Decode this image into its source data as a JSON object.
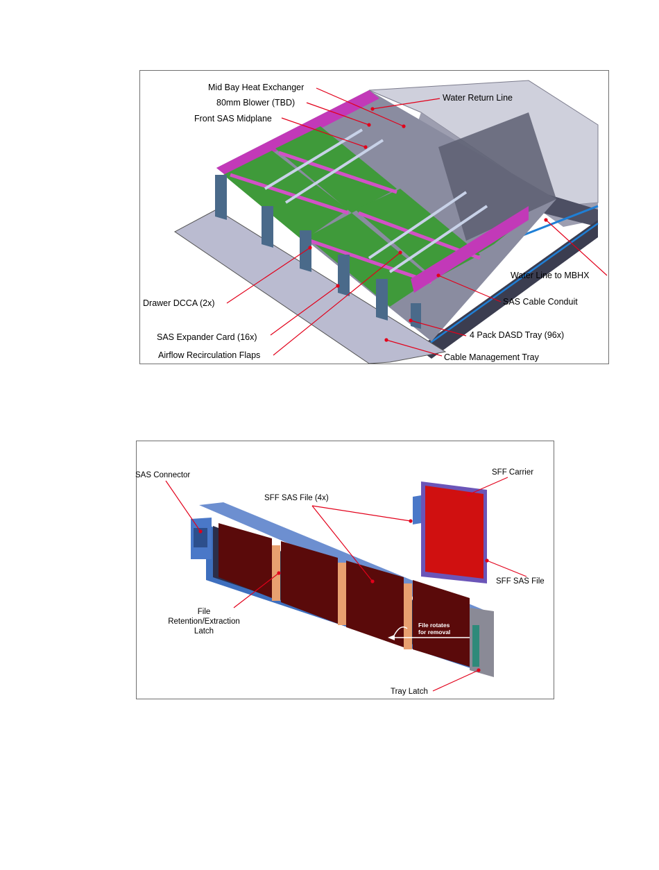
{
  "figure1": {
    "labels": {
      "mid_bay_heat_exchanger": "Mid Bay Heat Exchanger",
      "blower": "80mm Blower (TBD)",
      "front_sas_midplane": "Front SAS Midplane",
      "water_return_line": "Water Return Line",
      "water_line_to_mbhx": "Water Line to MBHX",
      "sas_cable_conduit": "SAS Cable Conduit",
      "drawer_dcca": "Drawer DCCA (2x)",
      "sas_expander_card": "SAS Expander Card (16x)",
      "dasd_tray": "4 Pack DASD Tray (96x)",
      "airflow_flaps": "Airflow Recirculation Flaps",
      "cable_management_tray": "Cable Management Tray"
    },
    "colors": {
      "chassis": "#c9c9d6",
      "midplane_magenta": "#c239b8",
      "board_green": "#3f9a3a",
      "blower_cyan": "#40bfc0",
      "water_line_blue": "#1f7fd6",
      "leader_red": "#e2001a"
    }
  },
  "figure2": {
    "labels": {
      "sas_connector": "SAS Connector",
      "sff_sas_file_4x": "SFF SAS File (4x)",
      "sff_carrier": "SFF Carrier",
      "sff_sas_file": "SFF SAS File",
      "file_retention_line1": "File",
      "file_retention_line2": "Retention/Extraction",
      "file_retention_line3": "Latch",
      "file_rotates": "File rotates for removal",
      "tray_latch": "Tray Latch"
    },
    "colors": {
      "tray_blue": "#3e6fbe",
      "drive_dark_red": "#5a0a0a",
      "carrier_red": "#d01010",
      "carrier_purple": "#6b55b8",
      "leader_red": "#e2001a"
    }
  }
}
